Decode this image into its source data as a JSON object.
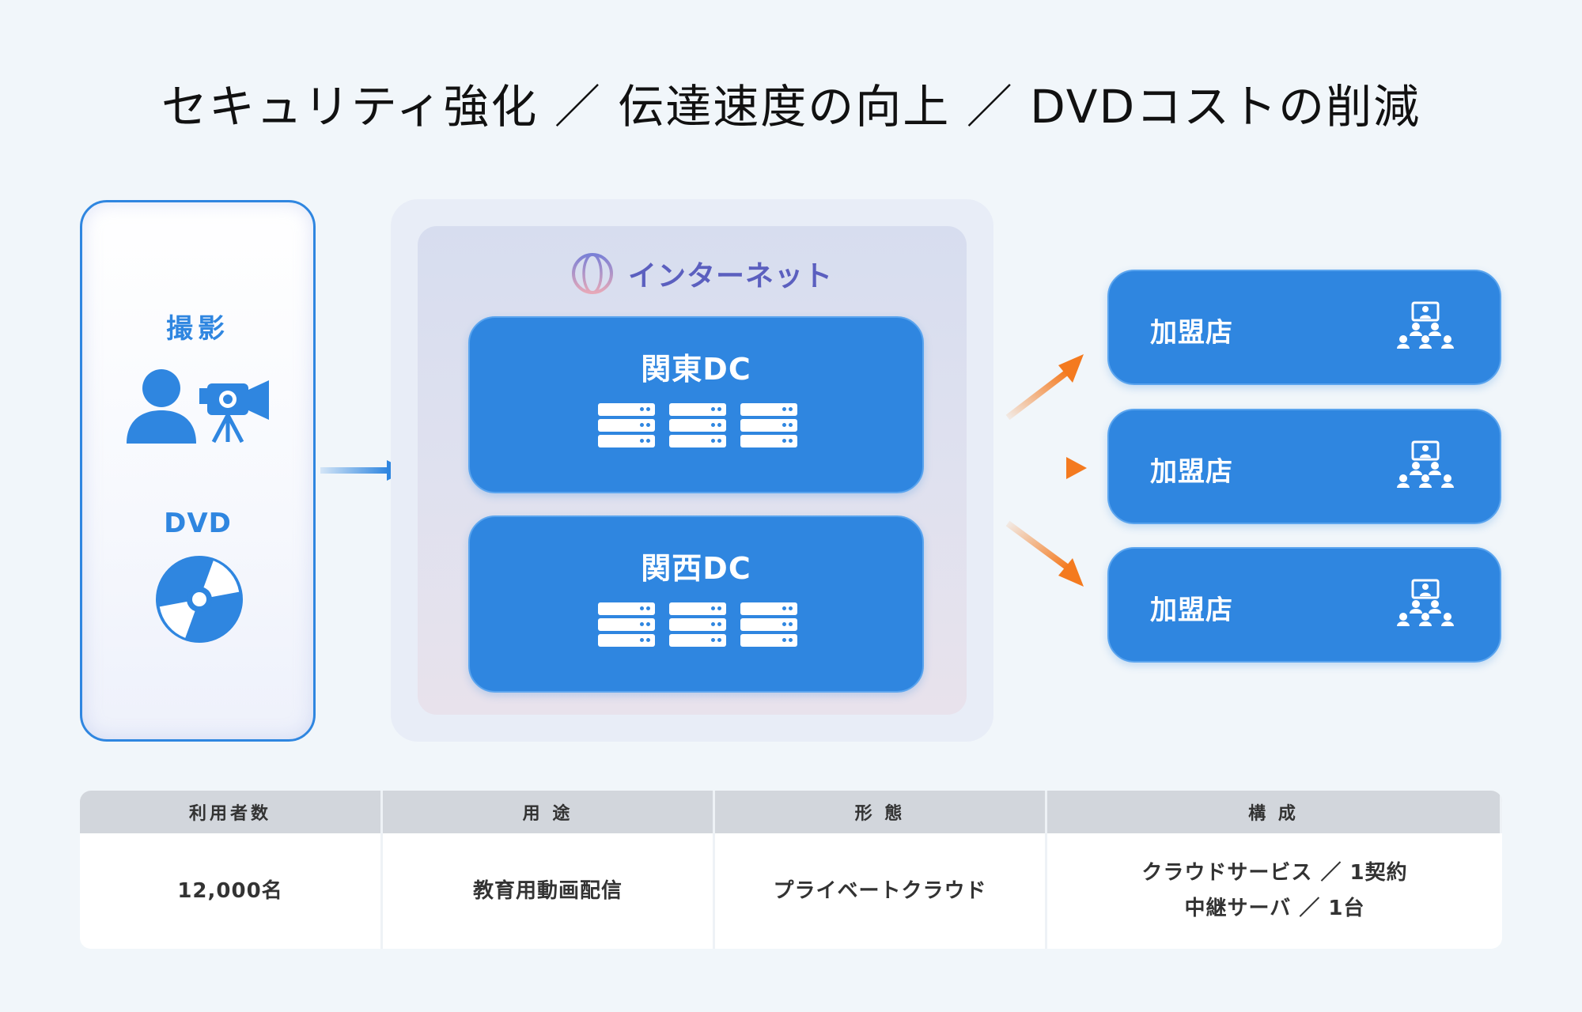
{
  "title": "セキュリティ強化 ／ 伝達速度の向上 ／ DVDコストの削減",
  "source": {
    "shoot_label": "撮影",
    "dvd_label": "DVD"
  },
  "internet": {
    "label": "インターネット",
    "dcs": [
      {
        "label": "関東DC"
      },
      {
        "label": "関西DC"
      }
    ]
  },
  "stores": [
    {
      "label": "加盟店"
    },
    {
      "label": "加盟店"
    },
    {
      "label": "加盟店"
    }
  ],
  "table": {
    "headers": [
      "利用者数",
      "用 途",
      "形 態",
      "構 成"
    ],
    "users": "12,000名",
    "usage": "教育用動画配信",
    "form": "プライベートクラウド",
    "config_lines": [
      "クラウドサービス ／ 1契約",
      "中継サーバ ／ 1台"
    ]
  },
  "colors": {
    "accent": "#2f86e0",
    "arrow_out": "#f47a1f",
    "internet_label": "#5b5fbf"
  }
}
